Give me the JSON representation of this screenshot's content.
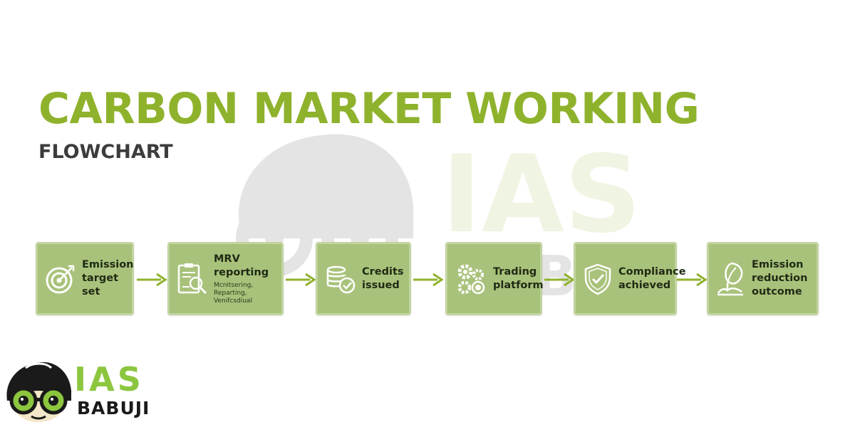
{
  "header": {
    "title": "CARBON MARKET WORKING",
    "subtitle": "FLOWCHART"
  },
  "steps": [
    {
      "label": "Emission\ntarget set",
      "icon": "target-icon"
    },
    {
      "label": "MRV\nreporting",
      "sublabel": "Mcnitsering, Reparting,\nVenifcsdiual",
      "icon": "report-magnifier-icon"
    },
    {
      "label": "Credits\nissued",
      "icon": "coins-check-icon"
    },
    {
      "label": "Trading\nplatform",
      "icon": "gears-coins-icon"
    },
    {
      "label": "Compliance\nachieved",
      "icon": "shield-check-icon"
    },
    {
      "label": "Emission\nreduction\noutcome",
      "icon": "leaf-plant-icon"
    }
  ],
  "colors": {
    "title": "#8fb22c",
    "box_fill": "#a9c27b",
    "box_border": "#c2d4a0",
    "arrow": "#8fb22c",
    "logo_accent": "#8cc63f"
  },
  "logo": {
    "line1": "IAS",
    "line2": "BABUJI"
  },
  "watermark": {
    "line1": "IAS",
    "line2": "BABUJI"
  }
}
